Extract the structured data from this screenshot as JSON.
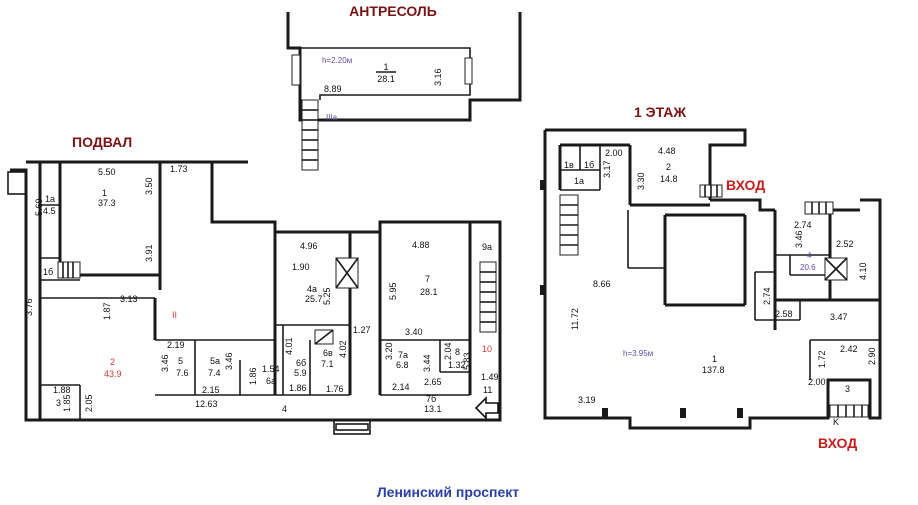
{
  "titles": {
    "mezzanine": "АНТРЕСОЛЬ",
    "basement": "ПОДВАЛ",
    "first_floor": "1 ЭТАЖ"
  },
  "entrances": {
    "entrance_1": "ВХОД",
    "entrance_2": "ВХОД"
  },
  "street": "Ленинский проспект",
  "mezzanine": {
    "height": "h=2.20м",
    "room_1_num": "1",
    "room_1_area": "28.1",
    "dim_889": "8.89",
    "dim_316": "3.16",
    "label_IIIa": "IIIa"
  },
  "basement": {
    "dim_550": "5.50",
    "dim_350": "3.50",
    "dim_173": "1.73",
    "dim_569": "5.69",
    "dim_391": "3.91",
    "dim_376": "3.76",
    "dim_313": "3.13",
    "dim_187": "1.87",
    "dim_496": "4.96",
    "dim_488": "4.88",
    "dim_190": "1.90",
    "dim_525": "5.25",
    "dim_595": "5.95",
    "dim_219": "2.19",
    "dim_346a": "3.46",
    "dim_346b": "3.46",
    "dim_215": "2.15",
    "dim_1263": "12.63",
    "dim_154": "1.54",
    "dim_186a": "1.86",
    "dim_186b": "1.86",
    "dim_401": "4.01",
    "dim_402": "4.02",
    "dim_176": "1.76",
    "dim_127": "1.27",
    "dim_340": "3.40",
    "dim_320": "3.20",
    "dim_344": "3.44",
    "dim_204": "2.04",
    "dim_583": "5.83",
    "dim_214": "2.14",
    "dim_265": "2.65",
    "dim_149": "1.49",
    "dim_188": "1.88",
    "dim_205": "2.05",
    "dim_185": "1.85",
    "room_1a_num": "1a",
    "room_1a_area": "4.5",
    "room_1_num": "1",
    "room_1_area": "37.3",
    "room_1b_num": "1б",
    "room_2_num": "2",
    "room_2_area": "43.9",
    "room_3_num": "3",
    "room_4_num": "4",
    "room_4a_num": "4a",
    "room_4a_area": "25.7",
    "room_5_num": "5",
    "room_5_area": "7.6",
    "room_5a_num": "5a",
    "room_5a_area": "7.4",
    "room_6a_num": "6a",
    "room_6b_num": "6б",
    "room_6b_area": "5.9",
    "room_6v_num": "6в",
    "room_6v_area": "7.1",
    "room_7_num": "7",
    "room_7_area": "28.1",
    "room_7a_num": "7a",
    "room_7a_area": "6.8",
    "room_7b_num": "7б",
    "room_7b_area": "13.1",
    "room_8_num": "8",
    "room_8_area": "1.32",
    "room_9a_num": "9a",
    "room_10_num": "10",
    "room_11_num": "11",
    "label_II": "II"
  },
  "first_floor": {
    "dim_200": "2.00",
    "dim_448": "4.48",
    "dim_317": "3.17",
    "dim_330": "3.30",
    "dim_866": "8.66",
    "dim_1172": "11.72",
    "dim_274a": "2.74",
    "dim_252": "2.52",
    "dim_346": "3.46",
    "dim_410": "4.10",
    "dim_274b": "2.74",
    "dim_258": "2.58",
    "dim_347": "3.47",
    "dim_172": "1.72",
    "dim_242": "2.42",
    "dim_290": "2.90",
    "dim_200b": "2.00",
    "dim_319": "3.19",
    "room_1v_num": "1в",
    "room_1b_num": "1б",
    "room_1a_num": "1a",
    "room_2_num": "2",
    "room_2_area": "14.8",
    "room_4_num": "4",
    "room_4_area": "20.6",
    "room_1_num": "1",
    "room_1_area": "137.8",
    "room_3_num": "3",
    "height": "h=3.95м"
  }
}
